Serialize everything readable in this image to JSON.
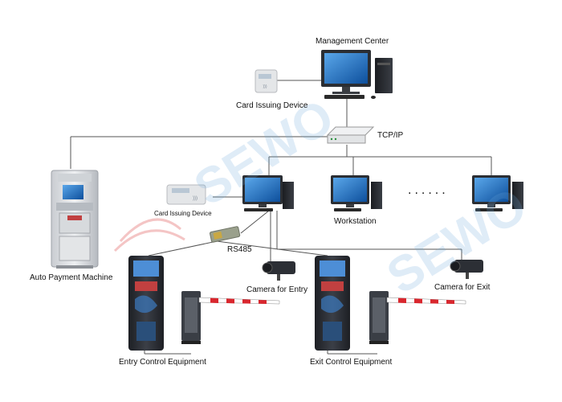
{
  "labels": {
    "management_center": "Management Center",
    "card_issuing_top": "Card Issuing Device",
    "tcp_ip": "TCP/IP",
    "card_issuing_mid": "Card Issuing Device",
    "workstation": "Workstation",
    "rs485": "RS485",
    "auto_payment": "Auto Payment Machine",
    "camera_entry": "Camera for Entry",
    "camera_exit": "Camera for Exit",
    "entry_control": "Entry Control Equipment",
    "exit_control": "Exit Control Equipment",
    "ellipsis": "......"
  },
  "watermark": {
    "text1": "SEWO",
    "text2": "SEWO"
  },
  "colors": {
    "line": "#555555",
    "barrier_red": "#d9272e",
    "screen_blue": "#1a5fb4",
    "terminal_dark": "#2a2d33",
    "watermark": "#6eaadc"
  }
}
